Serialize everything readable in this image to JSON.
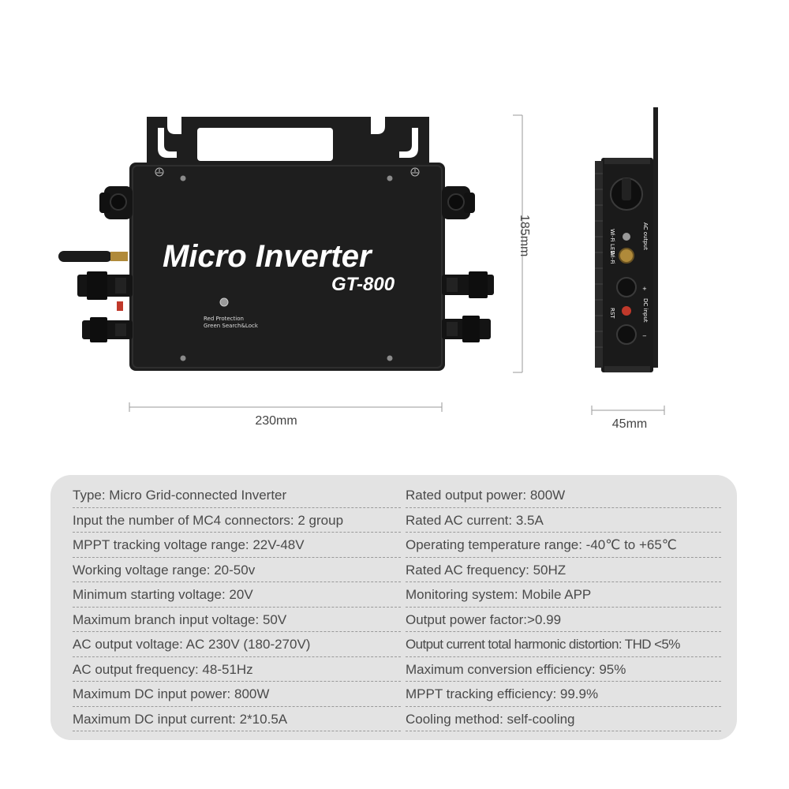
{
  "product": {
    "title": "Micro Inverter",
    "model": "GT-800",
    "indicator_label_1": "Red Protection",
    "indicator_label_2": "Green  Search&Lock",
    "side_label_ac": "AC output",
    "side_label_dc": "DC input",
    "side_label_plus": "+",
    "side_label_minus": "−",
    "side_label_wifi": "Wi-Fi",
    "side_label_led": "Wi-Fi LED",
    "side_label_rst": "RST"
  },
  "dimensions": {
    "width": "230mm",
    "height": "185mm",
    "depth": "45mm"
  },
  "specs": {
    "rows": [
      {
        "left": "Type: Micro Grid-connected Inverter",
        "right": "Rated output power: 800W"
      },
      {
        "left": "Input the number of MC4 connectors: 2 group",
        "right": "Rated AC current: 3.5A"
      },
      {
        "left": "MPPT tracking voltage range: 22V-48V",
        "right": "Operating temperature range: -40℃ to +65℃"
      },
      {
        "left": "Working voltage range: 20-50v",
        "right": "Rated AC frequency: 50HZ"
      },
      {
        "left": "Minimum starting voltage: 20V",
        "right": "Monitoring system: Mobile APP"
      },
      {
        "left": "Maximum branch input voltage: 50V",
        "right": "Output power factor:>0.99"
      },
      {
        "left": "AC output voltage: AC 230V (180-270V)",
        "right": "Output current total harmonic distortion: THD <5%"
      },
      {
        "left": "AC output frequency: 48-51Hz",
        "right": "Maximum conversion efficiency: 95%"
      },
      {
        "left": "Maximum DC input power: 800W",
        "right": "MPPT tracking efficiency: 99.9%"
      },
      {
        "left": "Maximum DC input current: 2*10.5A",
        "right": "Cooling method: self-cooling"
      }
    ]
  },
  "colors": {
    "device_body": "#1e1e1e",
    "panel_bg": "#e3e3e3",
    "text": "#4a4a4a"
  }
}
